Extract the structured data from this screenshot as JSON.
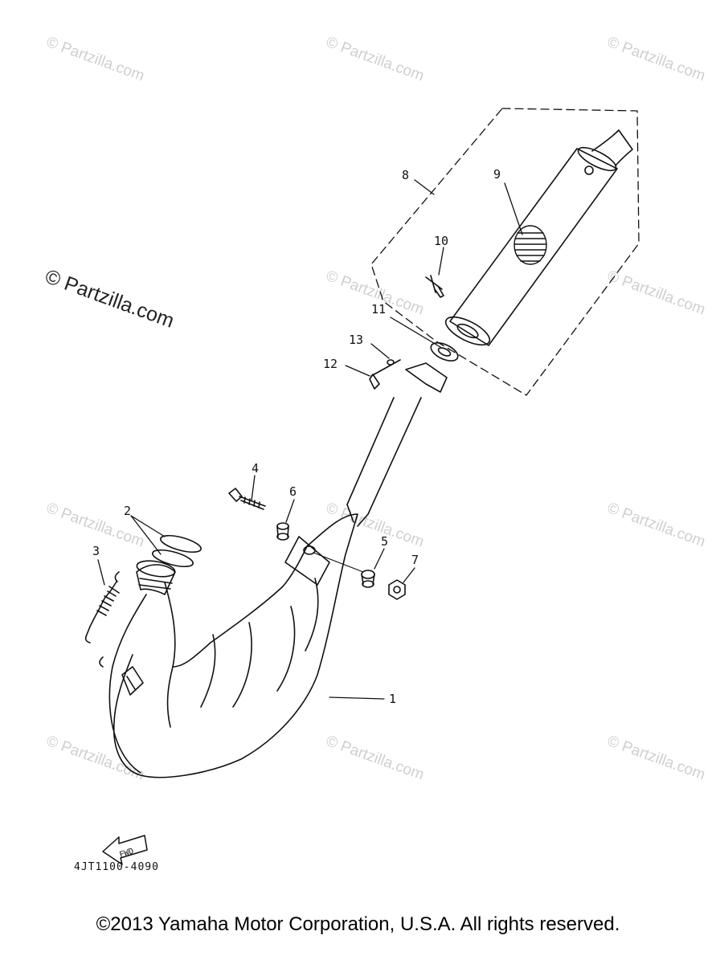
{
  "watermark": {
    "text": "© Partzilla.com"
  },
  "callouts": [
    "1",
    "2",
    "3",
    "4",
    "5",
    "6",
    "7",
    "8",
    "9",
    "10",
    "11",
    "12",
    "13"
  ],
  "fwd_label": "FWD",
  "diagram_code": "4JT1100-4090",
  "copyright": "©2013 Yamaha Motor Corporation, U.S.A. All rights reserved."
}
